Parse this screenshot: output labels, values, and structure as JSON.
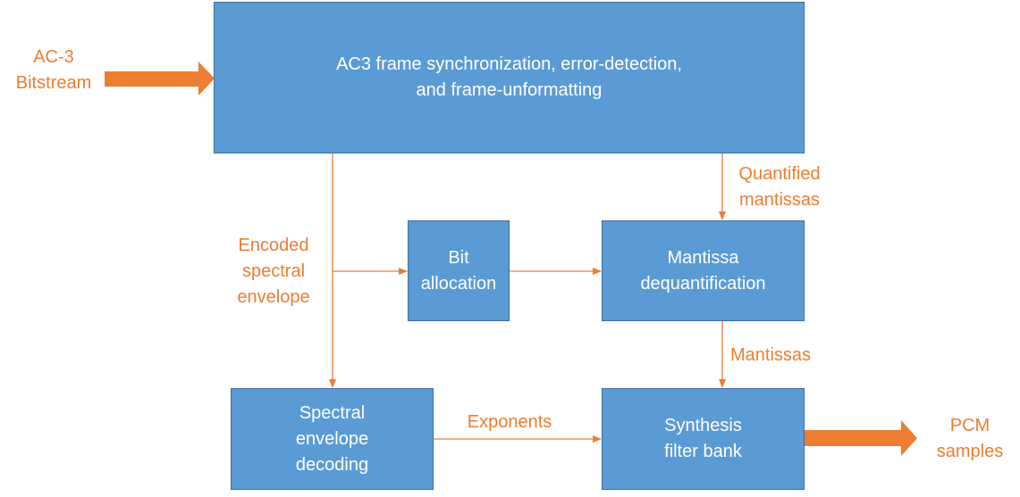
{
  "colors": {
    "box_fill": "#5b9bd5",
    "box_border": "#3d6e9e",
    "box_text": "#ffffff",
    "accent": "#ed7d31"
  },
  "boxes": {
    "sync": "AC3 frame synchronization, error-detection,\nand frame-unformatting",
    "bit_allocation": "Bit\nallocation",
    "mantissa_dequant": "Mantissa\ndequantification",
    "spectral_decoding": "Spectral\nenvelope\ndecoding",
    "synthesis": "Synthesis\nfilter bank"
  },
  "labels": {
    "input": "AC-3\nBitstream",
    "quantified_mantissas": "Quantified\nmantissas",
    "encoded_envelope": "Encoded\nspectral\nenvelope",
    "mantissas": "Mantissas",
    "exponents": "Exponents",
    "output": "PCM\nsamples"
  }
}
